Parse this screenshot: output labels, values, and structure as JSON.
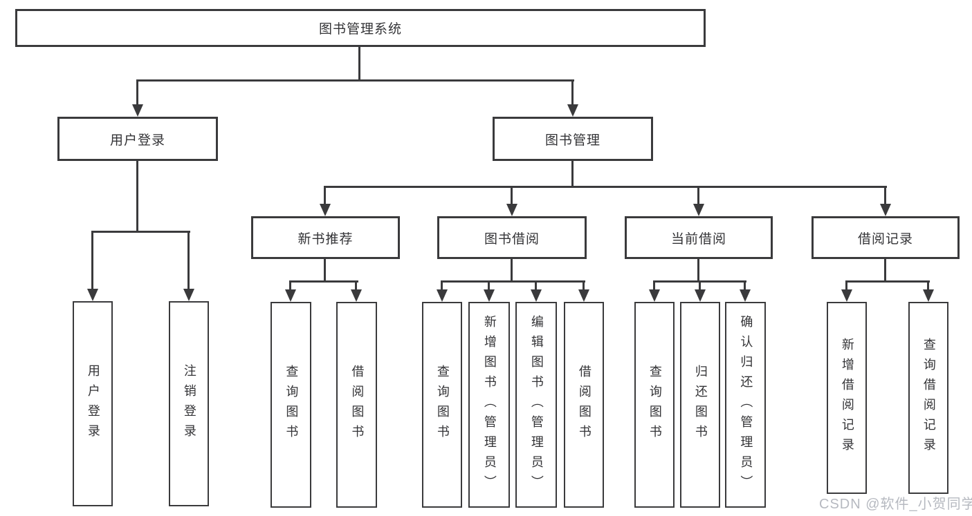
{
  "diagram": {
    "type": "tree",
    "root": {
      "label": "图书管理系统",
      "children": [
        {
          "label": "用户登录",
          "children": [
            {
              "label": "用户登录"
            },
            {
              "label": "注销登录"
            }
          ]
        },
        {
          "label": "图书管理",
          "children": [
            {
              "label": "新书推荐",
              "children": [
                {
                  "label": "查询图书"
                },
                {
                  "label": "借阅图书"
                }
              ]
            },
            {
              "label": "图书借阅",
              "children": [
                {
                  "label": "查询图书"
                },
                {
                  "label": "新增图书（管理员）"
                },
                {
                  "label": "编辑图书（管理员）"
                },
                {
                  "label": "借阅图书"
                }
              ]
            },
            {
              "label": "当前借阅",
              "children": [
                {
                  "label": "查询图书"
                },
                {
                  "label": "归还图书"
                },
                {
                  "label": "确认归还（管理员）"
                }
              ]
            },
            {
              "label": "借阅记录",
              "children": [
                {
                  "label": "新增借阅记录"
                },
                {
                  "label": "查询借阅记录"
                }
              ]
            }
          ]
        }
      ]
    },
    "colors": {
      "line": "#3a3a3c",
      "text": "#333336",
      "background": "#ffffff",
      "watermark": "#8f949e"
    }
  },
  "watermark": {
    "text": "CSDN @软件_小贺同学"
  }
}
